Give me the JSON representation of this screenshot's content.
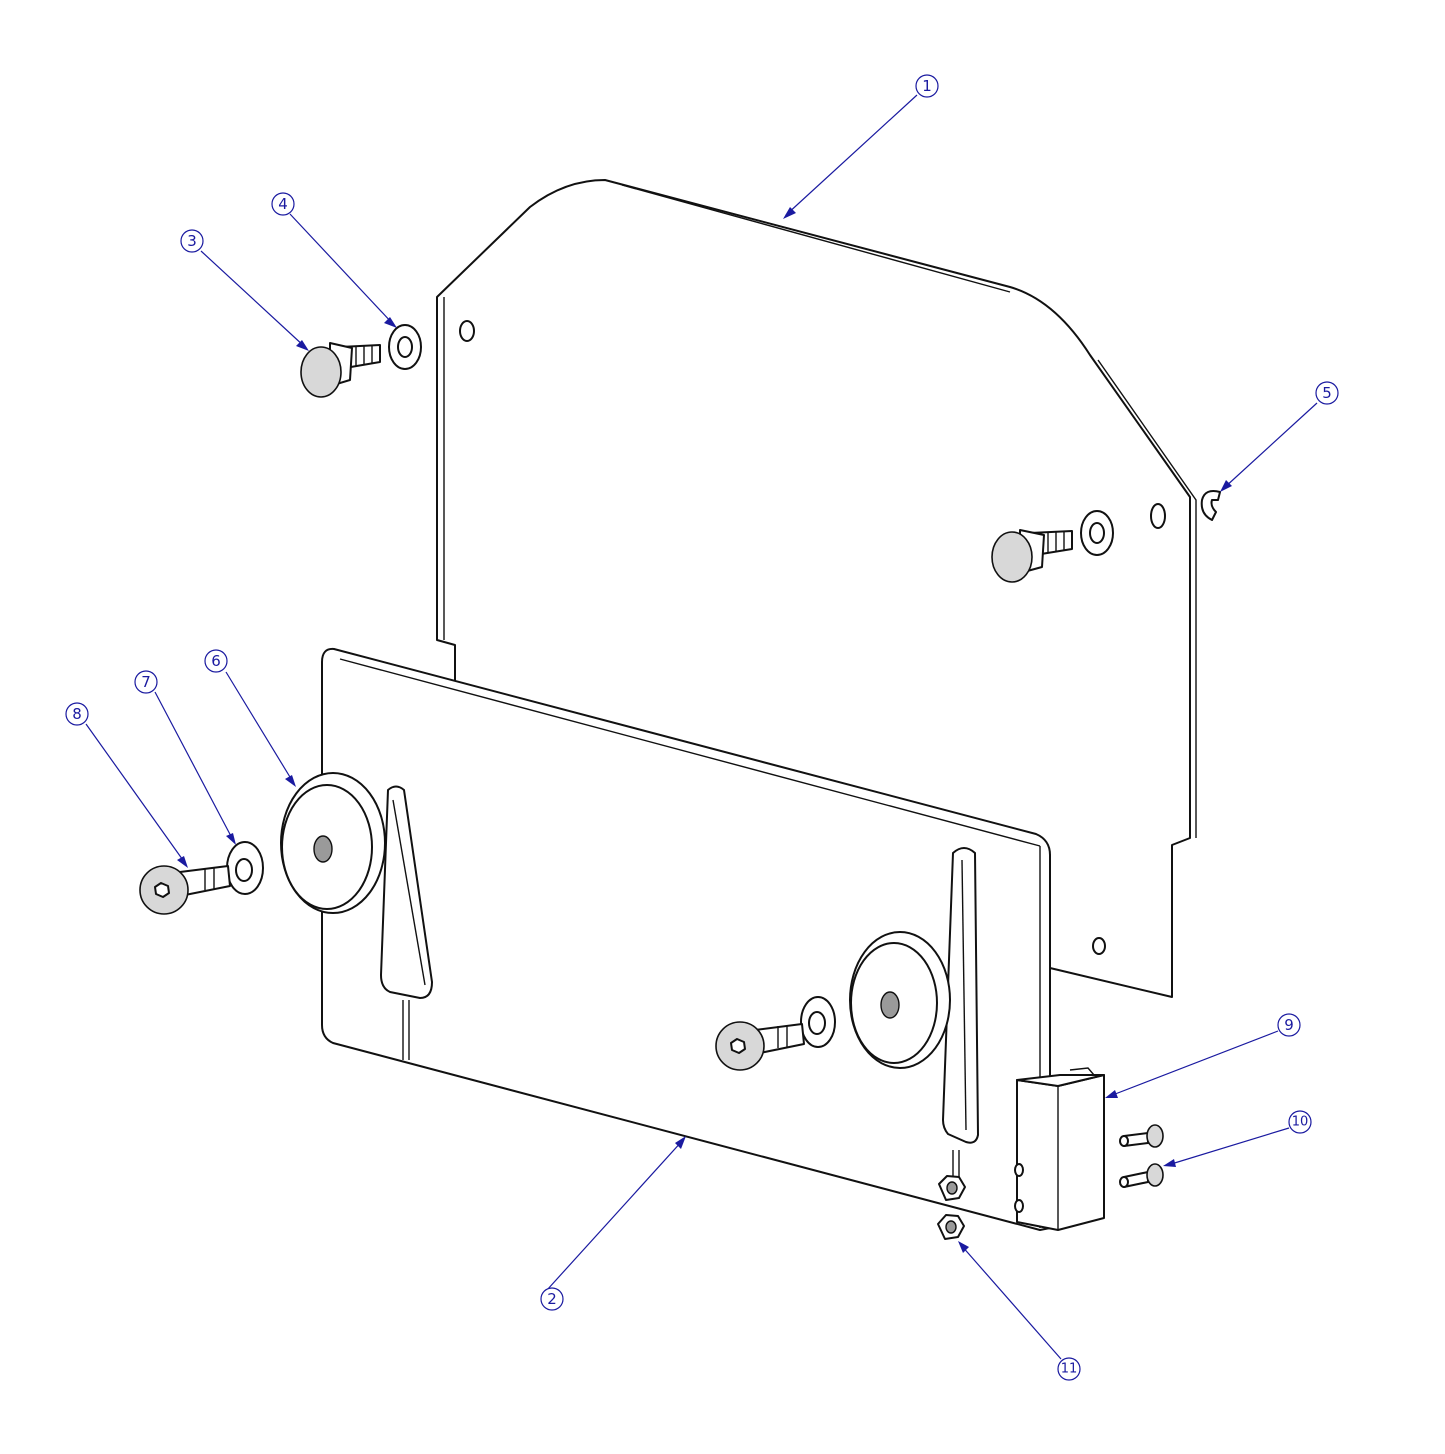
{
  "colors": {
    "balloon": "#1a1aa0",
    "part_outline": "#111111",
    "background": "#ffffff"
  },
  "balloons": [
    {
      "id": "1",
      "label": "1"
    },
    {
      "id": "2",
      "label": "2"
    },
    {
      "id": "3",
      "label": "3"
    },
    {
      "id": "4",
      "label": "4"
    },
    {
      "id": "5",
      "label": "5"
    },
    {
      "id": "6",
      "label": "6"
    },
    {
      "id": "7",
      "label": "7"
    },
    {
      "id": "8",
      "label": "8"
    },
    {
      "id": "9",
      "label": "9"
    },
    {
      "id": "10",
      "label": "10"
    },
    {
      "id": "11",
      "label": "11"
    }
  ]
}
